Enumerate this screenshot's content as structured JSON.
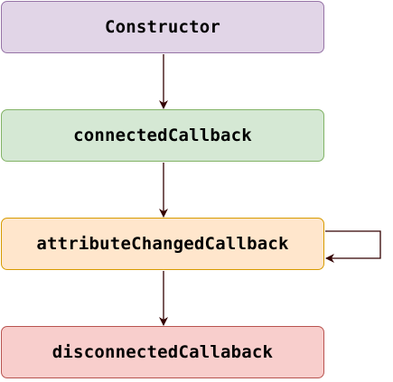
{
  "diagram": {
    "nodes": [
      {
        "id": "constructor",
        "label": "Constructor"
      },
      {
        "id": "connected",
        "label": "connectedCallback"
      },
      {
        "id": "attribute",
        "label": "attributeChangedCallback"
      },
      {
        "id": "disconnected",
        "label": "disconnectedCallaback"
      }
    ],
    "edges": [
      {
        "from": "constructor",
        "to": "connected"
      },
      {
        "from": "connected",
        "to": "attribute"
      },
      {
        "from": "attribute",
        "to": "attribute"
      },
      {
        "from": "attribute",
        "to": "disconnected"
      }
    ],
    "colors": {
      "constructor_fill": "#e1d5e7",
      "constructor_stroke": "#9673a6",
      "connected_fill": "#d5e8d4",
      "connected_stroke": "#82b366",
      "attribute_fill": "#ffe6cc",
      "attribute_stroke": "#d79b00",
      "disconnected_fill": "#f8cecc",
      "disconnected_stroke": "#b85450",
      "edge": "#330000"
    }
  }
}
